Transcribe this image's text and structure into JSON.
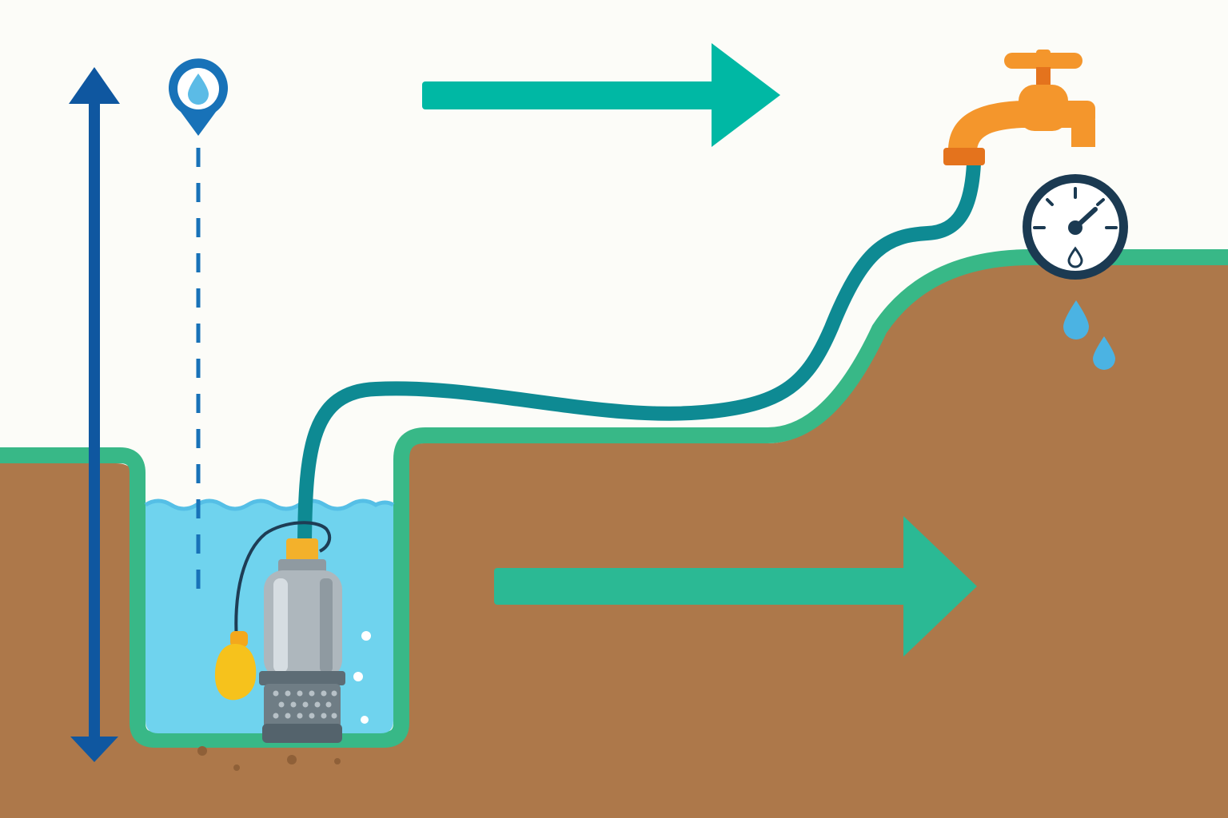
{
  "colors": {
    "background": "#fcfcf8",
    "soil": "#ad784a",
    "grass": "#38b887",
    "water": "#6fd3ee",
    "water_line": "#55bfe6",
    "depth_arrow": "#0f57a0",
    "marker": "#1872b8",
    "marker_drop": "#5bbbe6",
    "top_arrow": "#00b8a4",
    "ground_arrow": "#2bb994",
    "hose": "#0e8a93",
    "faucet": "#f4962c",
    "faucet_dark": "#e4731d",
    "gauge_ring": "#1b3a52",
    "drop": "#4bb3e3",
    "pump_body": "#aeb7bd",
    "pump_cap": "#f3b12b",
    "pump_base": "#6f7d85",
    "float_switch": "#f6c21c",
    "bubble": "#ffffff"
  },
  "icons": {
    "depth": "double-arrow-vertical",
    "marker": "location-pin-water-drop",
    "flow_top": "arrow-right",
    "flow_ground": "arrow-right",
    "pump": "submersible-pump",
    "float": "float-switch",
    "faucet": "faucet-tap",
    "gauge": "pressure-gauge",
    "drops": "water-drop"
  }
}
